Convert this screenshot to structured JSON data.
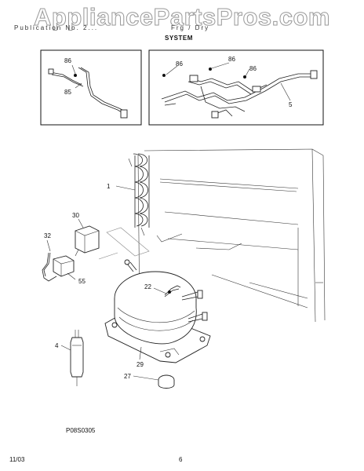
{
  "watermark": "AppliancePartsPros.com",
  "header": {
    "left_text": "Publication No. 2...",
    "right_text": "Frg / Dry",
    "title": "SYSTEM"
  },
  "callouts": {
    "inset_left_86": "86",
    "inset_left_85": "85",
    "inset_right_86a": "86",
    "inset_right_86b": "86",
    "inset_right_86c": "86",
    "inset_right_5": "5",
    "c1": "1",
    "c30": "30",
    "c32": "32",
    "c55": "55",
    "c22": "22",
    "c4": "4",
    "c29": "29",
    "c27": "27"
  },
  "footer": {
    "code": "P08S0305",
    "date": "11/03",
    "page": "6"
  }
}
